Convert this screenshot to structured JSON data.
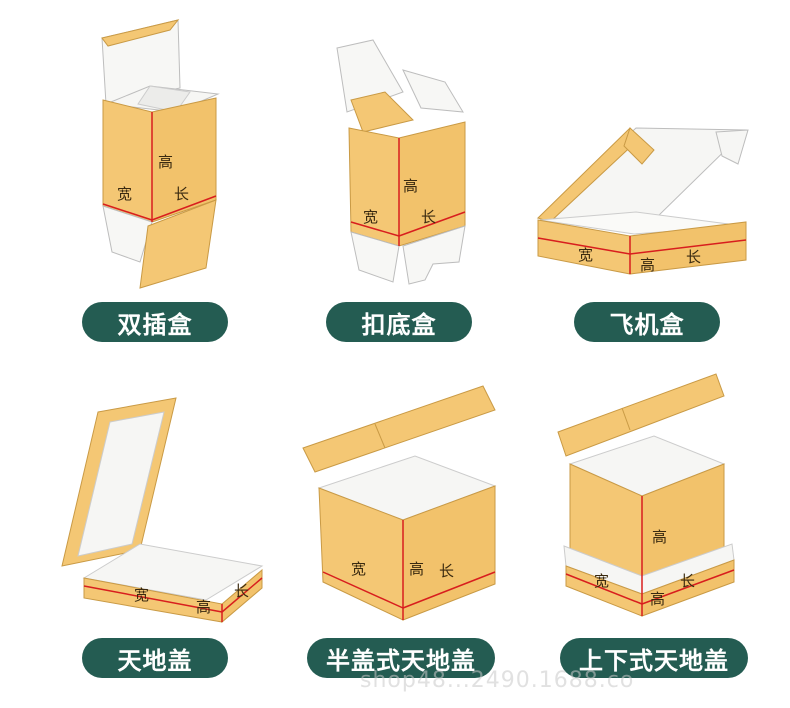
{
  "colors": {
    "box_face": "#f4c774",
    "box_face_dark": "#e8b35a",
    "inner": "#f6f6f4",
    "edge": "#c99a45",
    "red_line": "#d81e1e",
    "pill_bg": "#245c52",
    "pill_text": "#ffffff"
  },
  "labels": {
    "height": "高",
    "width": "宽",
    "length": "长"
  },
  "boxes": [
    {
      "name": "双插盒"
    },
    {
      "name": "扣底盒"
    },
    {
      "name": "飞机盒"
    },
    {
      "name": "天地盖"
    },
    {
      "name": "半盖式天地盖"
    },
    {
      "name": "上下式天地盖"
    }
  ],
  "watermark": "shop48...2490.1688.co"
}
